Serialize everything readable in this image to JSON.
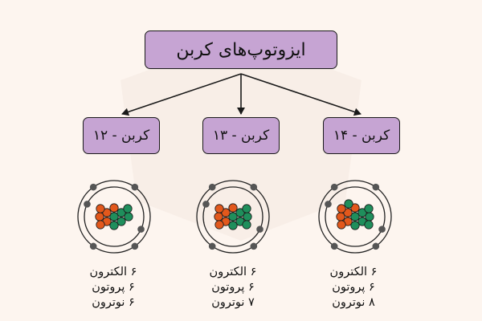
{
  "diagram": {
    "title": "ایزوتوپ‌های کربن",
    "isotopes": [
      {
        "name": "کربن - ۱۲",
        "electrons": "۶ الکترون",
        "protons": "۶ پروتون",
        "neutrons": "۶ نوترون",
        "proton_count": 6,
        "neutron_count": 6
      },
      {
        "name": "کربن - ۱۳",
        "electrons": "۶ الکترون",
        "protons": "۶ پروتون",
        "neutrons": "۷ نوترون",
        "proton_count": 6,
        "neutron_count": 7
      },
      {
        "name": "کربن - ۱۴",
        "electrons": "۶ الکترون",
        "protons": "۶ پروتون",
        "neutrons": "۸ نوترون",
        "proton_count": 6,
        "neutron_count": 8
      }
    ]
  },
  "colors": {
    "background": "#fdf5ef",
    "box_fill": "#c6a4d3",
    "proton": "#e2581c",
    "neutron": "#1f8f5c",
    "electron": "#555555"
  }
}
